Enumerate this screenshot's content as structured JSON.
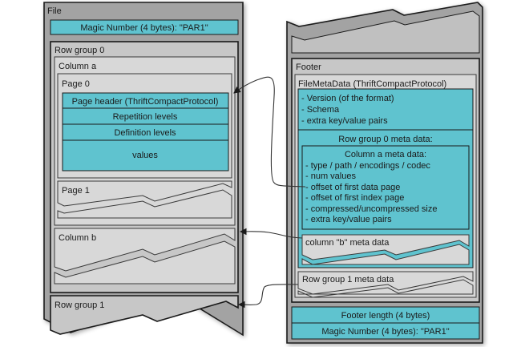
{
  "diagram": {
    "left": {
      "title": "File",
      "magic_top": "Magic Number (4 bytes): \"PAR1\"",
      "row_group_0": {
        "label": "Row group 0",
        "column_a": {
          "label": "Column a",
          "page_0": {
            "label": "Page 0",
            "rows": [
              "Page header (ThriftCompactProtocol)",
              "Repetition levels",
              "Definition levels",
              "values"
            ]
          },
          "page_1": {
            "label": "Page 1"
          }
        },
        "column_b": {
          "label": "Column b"
        }
      },
      "row_group_1": {
        "label": "Row group 1"
      }
    },
    "right": {
      "footer_label": "Footer",
      "file_meta_data": {
        "label": "FileMetaData (ThriftCompactProtocol)",
        "items": [
          "- Version (of the format)",
          "- Schema",
          "- extra key/value pairs"
        ],
        "row_group_0_meta": {
          "label": "Row group 0 meta data:",
          "column_a_meta": {
            "label": "Column a meta data:",
            "items": [
              "- type / path / encodings / codec",
              "- num values",
              "- offset of first data page",
              "- offset of first index page",
              "- compressed/uncompressed size",
              "- extra key/value pairs"
            ]
          },
          "column_b_meta": "column \"b\" meta data"
        },
        "row_group_1_meta": "Row group 1 meta data"
      },
      "footer_length": "Footer length (4 bytes)",
      "magic_bottom": "Magic Number (4 bytes): \"PAR1\""
    },
    "colors": {
      "cyan": "#5fc3cf",
      "outer_gray": "#a3a3a3",
      "inner_gray": "#c7c7c7",
      "light_gray": "#d8d8d8"
    }
  }
}
